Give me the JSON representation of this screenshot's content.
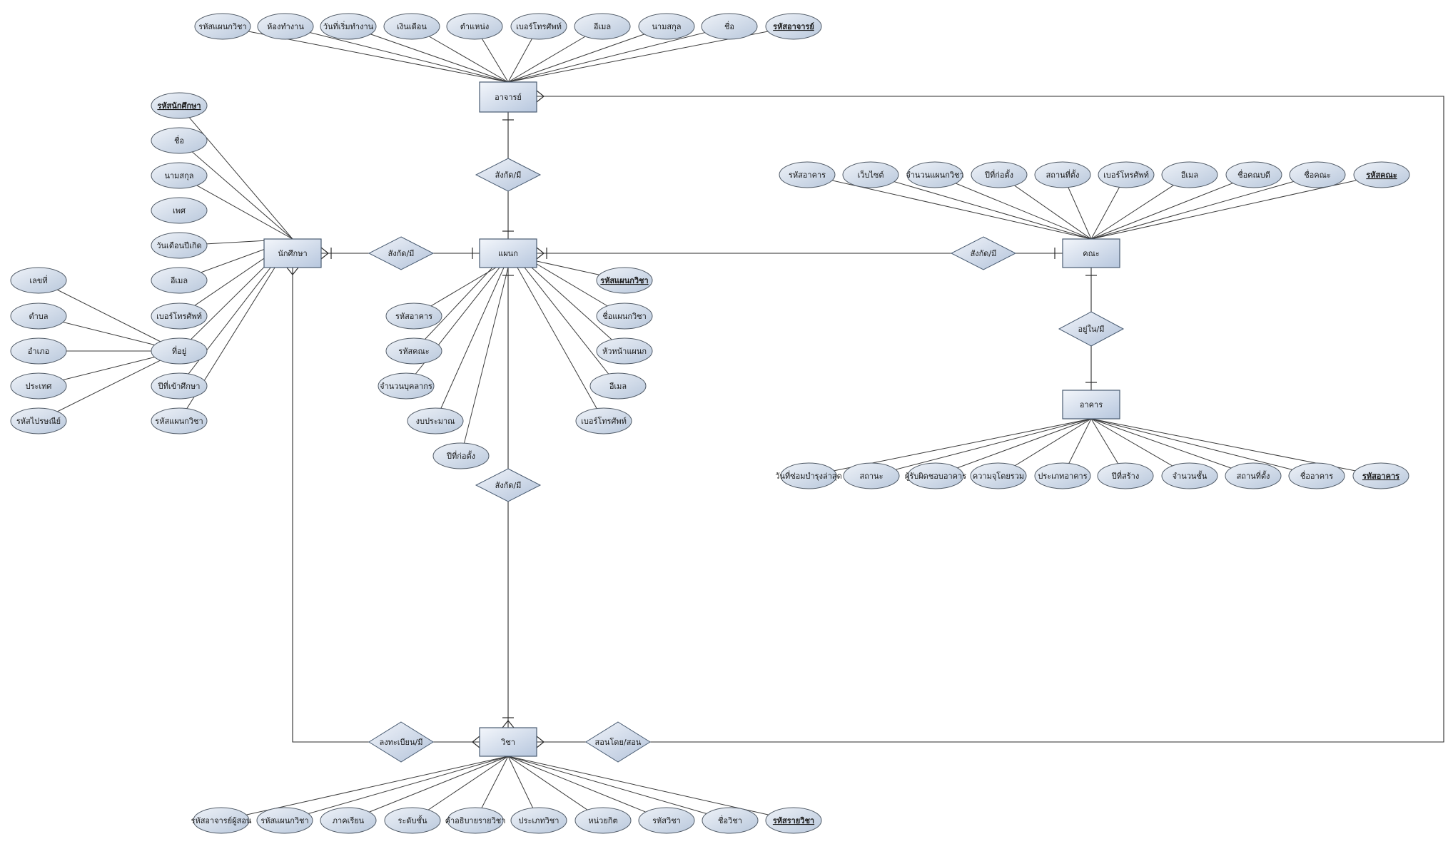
{
  "entities": {
    "teacher": "อาจารย์",
    "student": "นักศึกษา",
    "dept": "แผนก",
    "faculty": "คณะ",
    "building": "อาคาร",
    "subject": "วิชา"
  },
  "relationships": {
    "teacher_dept": "สังกัด/มี",
    "student_dept": "สังกัด/มี",
    "dept_faculty": "สังกัด/มี",
    "faculty_building": "อยู่ใน/มี",
    "dept_subject": "สังกัด/มี",
    "student_subject": "ลงทะเบียน/มี",
    "subject_teacher": "สอนโดย/สอน"
  },
  "attributes": {
    "teacher": [
      "รหัสแผนกวิชา",
      "ห้องทำงาน",
      "วันที่เริ่มทำงาน",
      "เงินเดือน",
      "ตำแหน่ง",
      "เบอร์โทรศัพท์",
      "อีเมล",
      "นามสกุล",
      "ชื่อ",
      "รหัสอาจารย์"
    ],
    "student": [
      "รหัสนักศึกษา",
      "ชื่อ",
      "นามสกุล",
      "เพศ",
      "วันเดือนปีเกิด",
      "อีเมล",
      "เบอร์โทรศัพท์",
      "ที่อยู่",
      "ปีที่เข้าศึกษา",
      "รหัสแผนกวิชา"
    ],
    "address": [
      "เลขที่",
      "ตำบล",
      "อำเภอ",
      "ประเทศ",
      "รหัสไปรษณีย์"
    ],
    "dept": [
      "รหัสแผนกวิชา",
      "ชื่อแผนกวิชา",
      "หัวหน้าแผนก",
      "อีเมล",
      "เบอร์โทรศัพท์",
      "รหัสอาคาร",
      "รหัสคณะ",
      "จำนวนบุคลากร",
      "งบประมาณ",
      "ปีที่ก่อตั้ง"
    ],
    "faculty": [
      "รหัสอาคาร",
      "เว็บไซต์",
      "จำนวนแผนกวิชา",
      "ปีที่ก่อตั้ง",
      "สถานที่ตั้ง",
      "เบอร์โทรศัพท์",
      "อีเมล",
      "ชื่อคณบดี",
      "ชื่อคณะ",
      "รหัสคณะ"
    ],
    "building": [
      "วันที่ซ่อมบำรุงล่าสุด",
      "สถานะ",
      "ผู้รับผิดชอบอาคาร",
      "ความจุโดยรวม",
      "ประเภทอาคาร",
      "ปีที่สร้าง",
      "จำนวนชั้น",
      "สถานที่ตั้ง",
      "ชื่ออาคาร",
      "รหัสอาคาร"
    ],
    "subject": [
      "รหัสอาจารย์ผู้สอน",
      "รหัสแผนกวิชา",
      "ภาคเรียน",
      "ระดับชั้น",
      "คำอธิบายรายวิชา",
      "ประเภทวิชา",
      "หน่วยกิต",
      "รหัสวิชา",
      "ชื่อวิชา",
      "รหัสรายวิชา"
    ]
  },
  "colors": {
    "entity_top": "#f3f6fb",
    "entity_bottom": "#b7c7de",
    "attribute_top": "#eef2f8",
    "attribute_bottom": "#b9c8dc",
    "line": "#2b2b2b"
  }
}
